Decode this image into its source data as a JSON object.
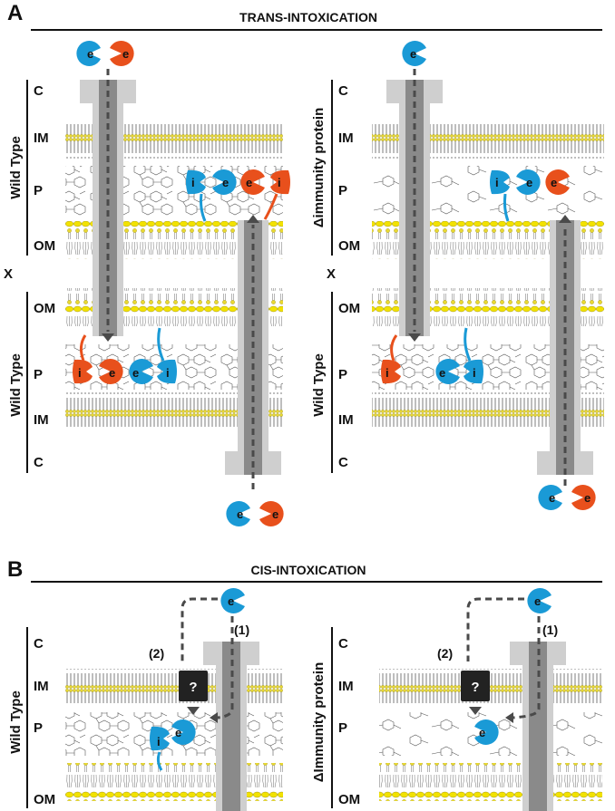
{
  "panels": {
    "a": {
      "letter": "A",
      "title": "TRANS-INTOXICATION",
      "left": {
        "top_label": "Wild Type",
        "bottom_label": "Wild Type"
      },
      "right": {
        "top_label": "Δimmunity protein",
        "bottom_label": "Wild Type"
      },
      "top_layers": [
        "C",
        "IM",
        "P",
        "OM"
      ],
      "bottom_layers": [
        "OM",
        "P",
        "IM",
        "C"
      ],
      "cross": "X"
    },
    "b": {
      "letter": "B",
      "title": "CIS-INTOXICATION",
      "left": {
        "label": "Wild Type"
      },
      "right": {
        "label": "ΔImmunity protein"
      },
      "layers": [
        "C",
        "IM",
        "P",
        "OM"
      ],
      "route_1": "(1)",
      "route_2": "(2)",
      "unknown": "?"
    }
  },
  "proteins": {
    "effector": "e",
    "immunity": "i"
  },
  "colors": {
    "effector_blue": "#1a9ad6",
    "effector_orange": "#e8501c",
    "lipid_head": "#e8d832",
    "pore_dark": "#8a8a8a",
    "pore_light": "#cfcfcf",
    "unknown_box": "#222222"
  }
}
